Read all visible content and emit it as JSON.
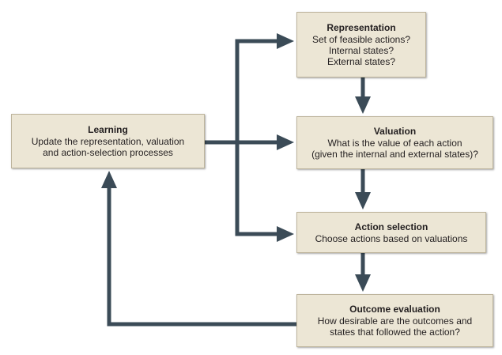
{
  "colors": {
    "box_fill": "#ece6d5",
    "box_border": "#bdb49c",
    "arrow": "#3b4b57",
    "text": "#231f20"
  },
  "learning": {
    "title": "Learning",
    "lines": [
      "Update the representation, valuation",
      "and action-selection processes"
    ]
  },
  "representation": {
    "title": "Representation",
    "lines": [
      "Set of feasible actions?",
      "Internal states?",
      "External states?"
    ]
  },
  "valuation": {
    "title": "Valuation",
    "lines": [
      "What is the value of each action",
      "(given the internal and external states)?"
    ]
  },
  "action_selection": {
    "title": "Action selection",
    "lines": [
      "Choose actions based on valuations"
    ]
  },
  "outcome_evaluation": {
    "title": "Outcome evaluation",
    "lines": [
      "How desirable are the outcomes and",
      "states that followed the action?"
    ]
  }
}
